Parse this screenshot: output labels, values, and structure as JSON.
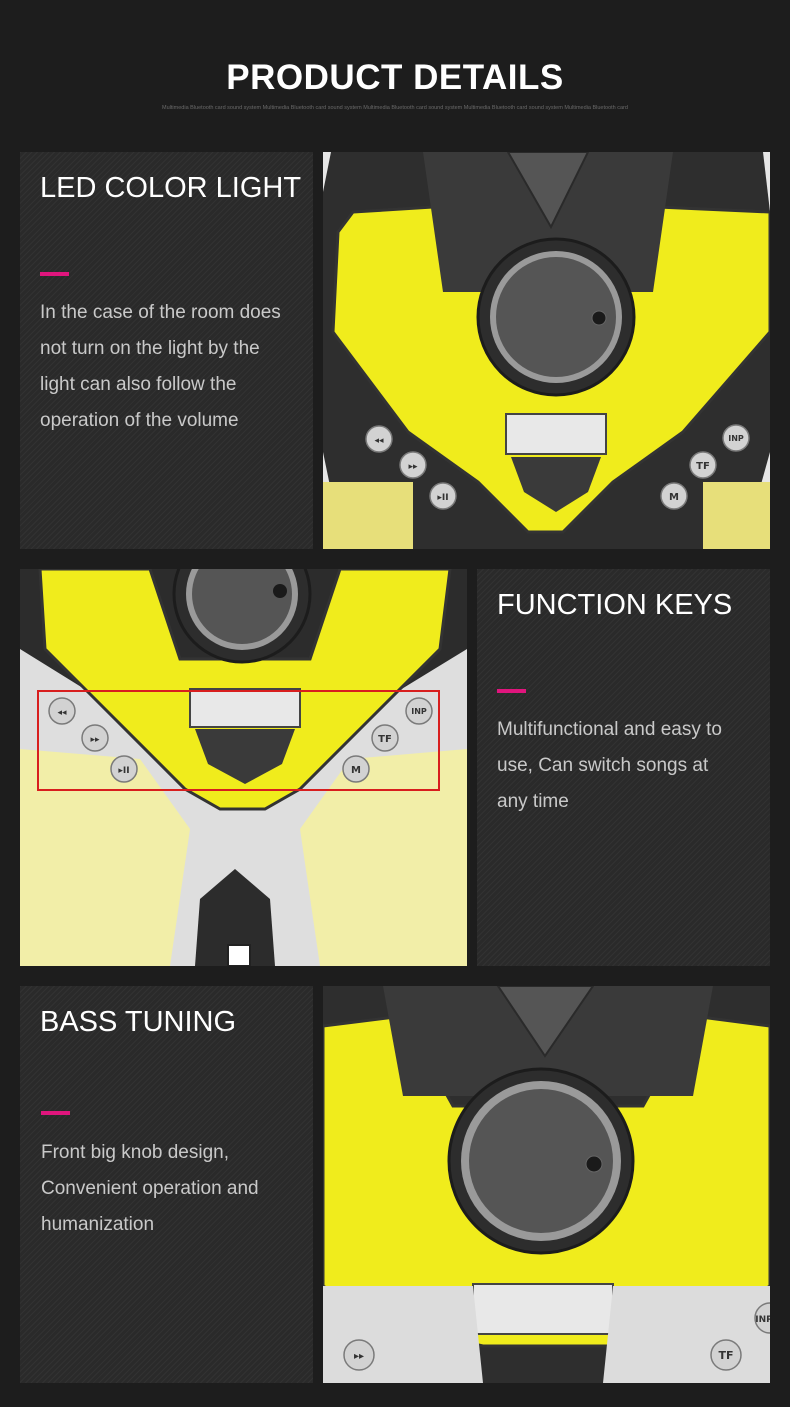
{
  "header": {
    "title": "PRODUCT DETAILS",
    "subtitle": "Multimedia Bluetooth card sound system Multimedia Bluetooth card sound system Multimedia Bluetooth card sound system Multimedia Bluetooth card sound system Multimedia Bluetooth card"
  },
  "sections": [
    {
      "heading": "LED COLOR LIGHT",
      "lines": [
        "In the case of the room does",
        "not turn on the light by the",
        "light can also follow the",
        "operation of the volume"
      ]
    },
    {
      "heading": "FUNCTION KEYS",
      "lines": [
        "Multifunctional and easy to",
        "use, Can switch songs at",
        "any time"
      ]
    },
    {
      "heading": "BASS TUNING",
      "lines": [
        "Front big knob design,",
        "Convenient operation and",
        "humanization"
      ]
    }
  ],
  "buttons": {
    "prev": "◂◂",
    "next": "▸▸",
    "play": "▸II",
    "input": "INP",
    "tf": "TF",
    "mode": "M"
  },
  "colors": {
    "accent": "#e0157d",
    "speaker_yellow": "#f0ec1c",
    "panel_bg": "#2a2a2a",
    "highlight_box": "#d81e1e"
  }
}
